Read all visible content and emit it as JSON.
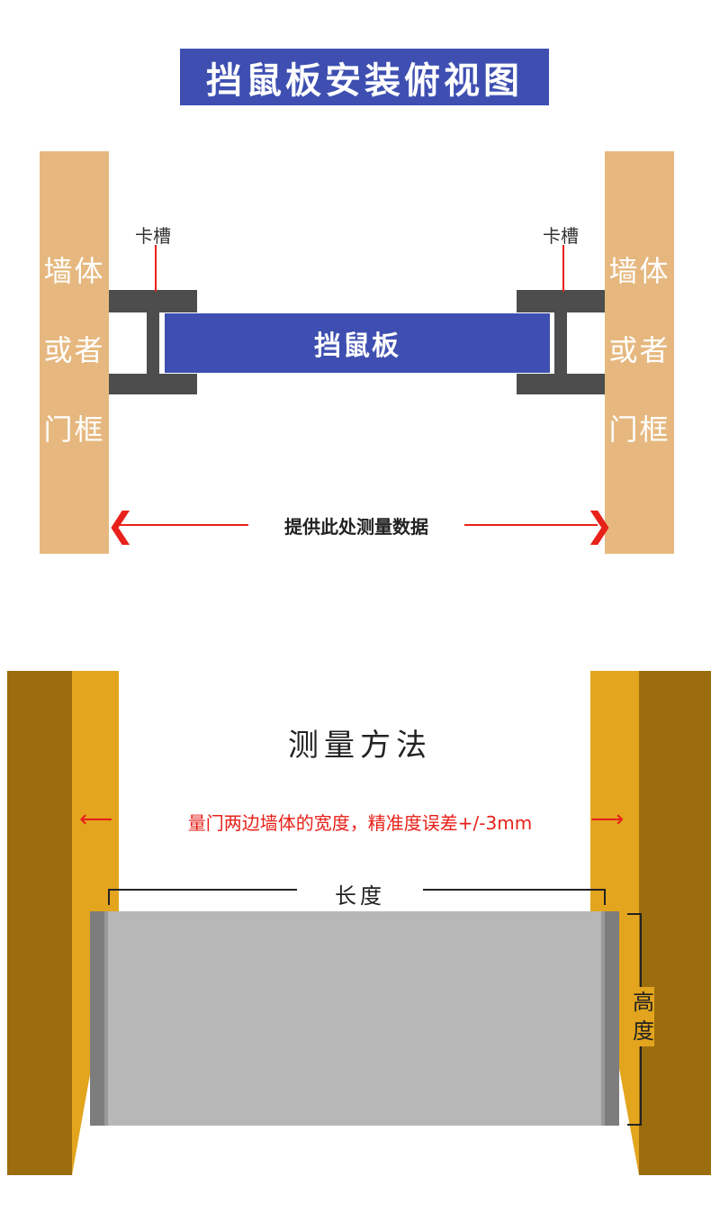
{
  "top_diagram": {
    "title": "挡鼠板安装俯视图",
    "wall_left_lines": [
      "墙体",
      "或者",
      "门框"
    ],
    "wall_right_lines": [
      "墙体",
      "或者",
      "门框"
    ],
    "slot_label_left": "卡槽",
    "slot_label_right": "卡槽",
    "panel_label": "挡鼠板",
    "measure_label": "提供此处测量数据",
    "chevron_left": "❮",
    "chevron_right": "❯"
  },
  "bottom_diagram": {
    "title": "测量方法",
    "note": "量门两边墙体的宽度，精准度误差+/-3mm",
    "arrow_left": "⟵",
    "arrow_right": "⟶",
    "length_label": "长度",
    "height_label_lines": [
      "高",
      "度"
    ]
  },
  "colors": {
    "title_blue": "#3e4fb1",
    "wall_tan": "#e6b87f",
    "slot_gray": "#4d4d4d",
    "accent_red": "#e8211a",
    "wall_gold": "#e3a51e",
    "wall_dark": "#9b6d0e",
    "door_gray": "#b7b7b7"
  }
}
